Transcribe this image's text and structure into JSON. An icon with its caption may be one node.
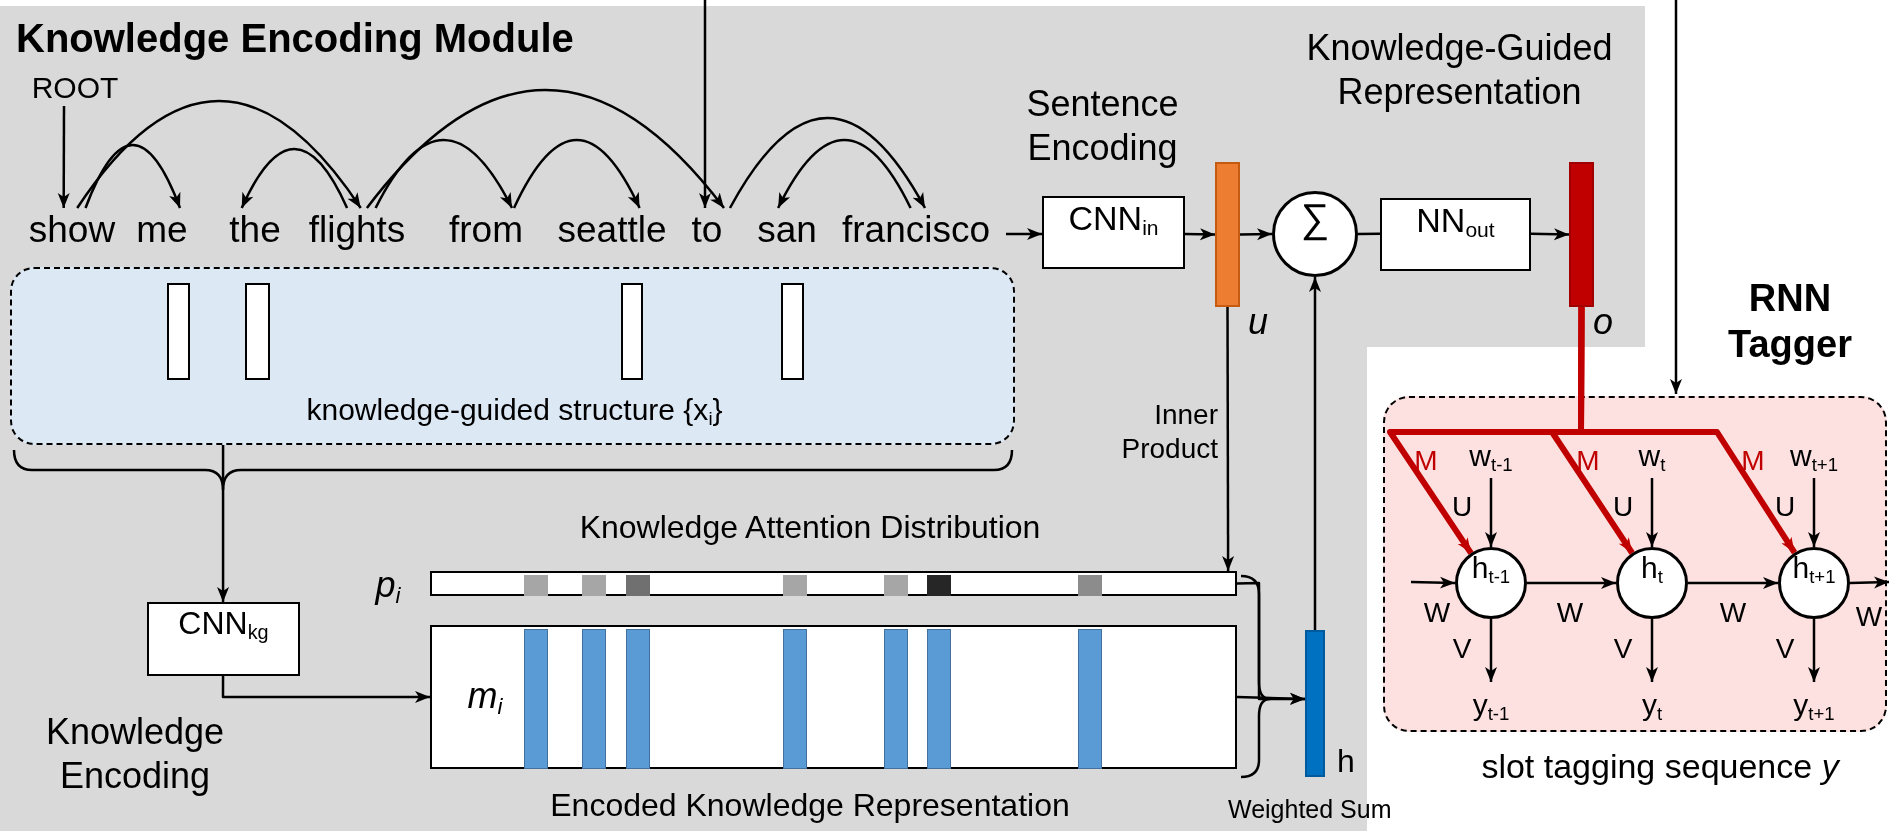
{
  "diagram": {
    "nodes": [
      {
        "text": [
          "Knowledge Encoding Module"
        ]
      },
      {
        "text": [
          "ROOT"
        ],
        "in": 0
      },
      {
        "text": [
          "show"
        ],
        "in": 0
      },
      {
        "text": [
          "me"
        ],
        "in": 0
      },
      {
        "text": [
          "the"
        ],
        "in": 0
      },
      {
        "text": [
          "flights"
        ],
        "in": 0
      },
      {
        "text": [
          "from"
        ],
        "in": 0
      },
      {
        "text": [
          "seattle"
        ],
        "in": 0
      },
      {
        "text": [
          "to"
        ],
        "in": 0
      },
      {
        "text": [
          "san"
        ],
        "in": 0
      },
      {
        "text": [
          "francisco"
        ],
        "in": 0
      },
      {
        "text": [
          "knowledge-guided structure {x$_{i}$}"
        ],
        "in": 0
      },
      {
        "text": [],
        "shape": "bar",
        "in": 11
      },
      {
        "text": [],
        "shape": "bar",
        "in": 11
      },
      {
        "text": [],
        "shape": "bar",
        "in": 11
      },
      {
        "text": [],
        "shape": "bar",
        "in": 11
      },
      {
        "text": [
          "CNN$_{in}$"
        ],
        "in": 0,
        "beside": [
          "Sentence Encoding"
        ]
      },
      {
        "text": [],
        "shape": "bar",
        "in": 0,
        "beside": [
          "u"
        ]
      },
      {
        "text": [
          "∑"
        ],
        "in": 0
      },
      {
        "text": [
          "NN$_{out}$"
        ]
      },
      {
        "text": [],
        "shape": "bar",
        "beside": [
          "Knowledge-Guided Representation",
          "o"
        ]
      },
      {
        "text": [
          "CNN$_{kg}$"
        ],
        "in": 0,
        "beside": [
          "Knowledge Encoding"
        ]
      },
      {
        "text": [],
        "shape": "bar",
        "in": 0,
        "beside": [
          "Knowledge Attention Distribution",
          "p$_{i}$"
        ]
      },
      {
        "text": [
          "m$_{i}$"
        ],
        "in": 0,
        "beside": [
          "Encoded Knowledge Representation"
        ]
      },
      {
        "text": [],
        "shape": "bar",
        "in": 0,
        "beside": [
          "h",
          "Weighted Sum"
        ]
      },
      {
        "text": [
          "RNN Tagger"
        ],
        "beside": [
          "slot tagging sequence *y*"
        ]
      },
      {
        "text": [
          "w$_{t-1}$"
        ],
        "in": 25
      },
      {
        "text": [
          "w$_{t}$"
        ],
        "in": 25
      },
      {
        "text": [
          "w$_{t+1}$"
        ],
        "in": 25
      },
      {
        "text": [
          "h$_{t-1}$"
        ],
        "in": 25
      },
      {
        "text": [
          "h$_{t}$"
        ],
        "in": 25
      },
      {
        "text": [
          "h$_{t+1}$"
        ],
        "in": 25
      },
      {
        "text": [
          "y$_{t-1}$"
        ],
        "in": 25
      },
      {
        "text": [
          "y$_{t}$"
        ],
        "in": 25
      },
      {
        "text": [
          "y$_{t+1}$"
        ],
        "in": 25
      }
    ],
    "edges": [
      {
        "from": null,
        "to": 8,
        "arrow": "to"
      },
      {
        "from": null,
        "to": 25,
        "arrow": "to"
      },
      {
        "from": 1,
        "to": 2,
        "arrow": "to"
      },
      {
        "from": 2,
        "to": 3,
        "arrow": "to"
      },
      {
        "from": 2,
        "to": 5,
        "arrow": "to"
      },
      {
        "from": 5,
        "to": 4,
        "arrow": "to"
      },
      {
        "from": 5,
        "to": 8,
        "arrow": "to"
      },
      {
        "from": 5,
        "to": 6,
        "arrow": "to"
      },
      {
        "from": 6,
        "to": 7,
        "arrow": "to"
      },
      {
        "from": 8,
        "to": 10,
        "arrow": "to"
      },
      {
        "from": 10,
        "to": 9,
        "arrow": "to"
      },
      {
        "from": 10,
        "to": 16,
        "arrow": "to"
      },
      {
        "from": 16,
        "to": 17,
        "arrow": "to"
      },
      {
        "from": 17,
        "to": 18,
        "arrow": "to"
      },
      {
        "from": 18,
        "to": 19,
        "arrow": "none"
      },
      {
        "from": 19,
        "to": 20,
        "arrow": "to"
      },
      {
        "from": 17,
        "to": 22,
        "arrow": "to",
        "label": "Inner Product"
      },
      {
        "from": 24,
        "to": 18,
        "arrow": "to"
      },
      {
        "from": 11,
        "to": 21,
        "arrow": "to"
      },
      {
        "from": 21,
        "to": 23,
        "arrow": "to"
      },
      {
        "from": 22,
        "to": 24,
        "arrow": "to"
      },
      {
        "from": 23,
        "to": 24,
        "arrow": "to"
      },
      {
        "from": 20,
        "to": 29,
        "arrow": "to",
        "label": "M",
        "style": "thick",
        "color": "#c00000"
      },
      {
        "from": 20,
        "to": 30,
        "arrow": "to",
        "label": "M",
        "style": "thick",
        "color": "#c00000"
      },
      {
        "from": 20,
        "to": 31,
        "arrow": "to",
        "label": "M",
        "style": "thick",
        "color": "#c00000"
      },
      {
        "from": 26,
        "to": 29,
        "arrow": "to",
        "label": "U"
      },
      {
        "from": 27,
        "to": 30,
        "arrow": "to",
        "label": "U"
      },
      {
        "from": 28,
        "to": 31,
        "arrow": "to",
        "label": "U"
      },
      {
        "from": 29,
        "to": 32,
        "arrow": "to",
        "label": "V"
      },
      {
        "from": 30,
        "to": 33,
        "arrow": "to",
        "label": "V"
      },
      {
        "from": 31,
        "to": 34,
        "arrow": "to",
        "label": "V"
      },
      {
        "from": 25,
        "to": 29,
        "arrow": "to",
        "label": "W"
      },
      {
        "from": 29,
        "to": 30,
        "arrow": "to",
        "label": "W"
      },
      {
        "from": 30,
        "to": 31,
        "arrow": "to",
        "label": "W"
      },
      {
        "from": 31,
        "to": 25,
        "arrow": "to",
        "label": "W"
      }
    ]
  }
}
